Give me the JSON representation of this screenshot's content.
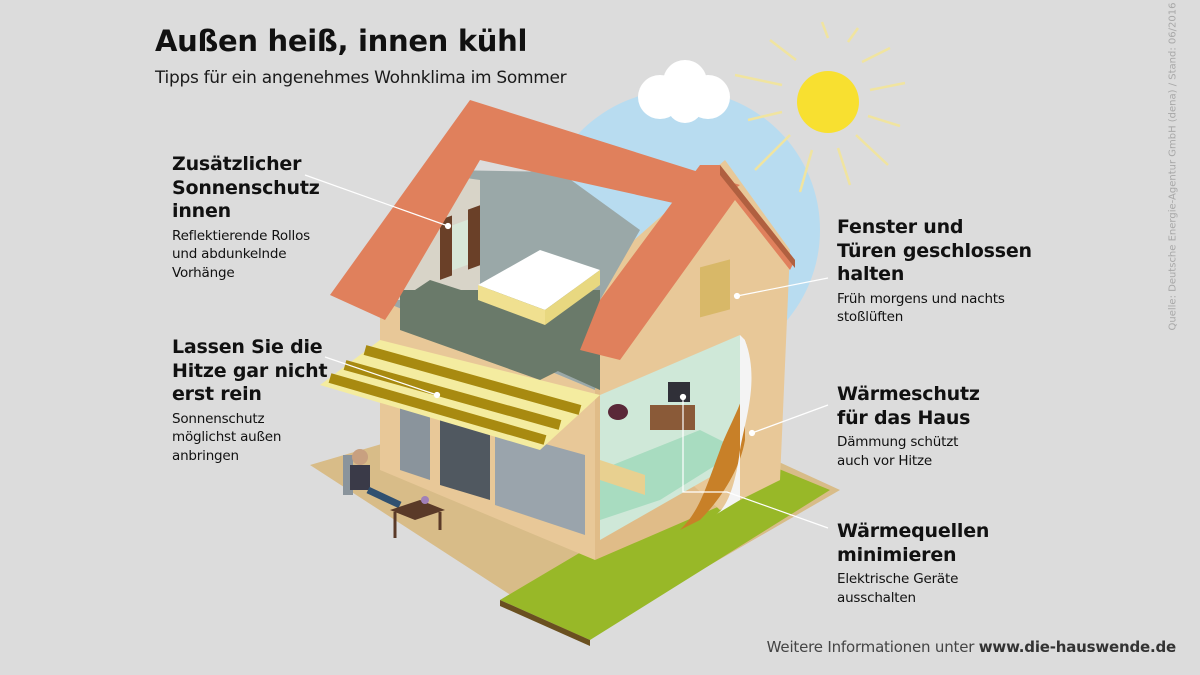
{
  "header": {
    "title": "Außen heiß, innen kühl",
    "subtitle": "Tipps für ein angenehmes Wohnklima im Sommer"
  },
  "callouts": [
    {
      "id": "sonnenschutz-innen",
      "heading": [
        "Zusätzlicher",
        "Sonnenschutz",
        "innen"
      ],
      "description": [
        "Reflektierende Rollos",
        "und abdunkelnde",
        "Vorhänge"
      ],
      "side": "left"
    },
    {
      "id": "hitze-nicht-rein",
      "heading": [
        "Lassen Sie die",
        "Hitze gar nicht",
        "erst rein"
      ],
      "description": [
        "Sonnenschutz",
        "möglichst außen",
        "anbringen"
      ],
      "side": "left"
    },
    {
      "id": "fenster-tueren",
      "heading": [
        "Fenster und",
        "Türen geschlossen",
        "halten"
      ],
      "description": [
        "Früh morgens und nachts",
        "stoßlüften"
      ],
      "side": "right"
    },
    {
      "id": "waermeschutz",
      "heading": [
        "Wärmeschutz",
        "für das Haus"
      ],
      "description": [
        "Dämmung schützt",
        "auch vor Hitze"
      ],
      "side": "right"
    },
    {
      "id": "waermequellen",
      "heading": [
        "Wärmequellen",
        "minimieren"
      ],
      "description": [
        "Elektrische Geräte",
        "ausschalten"
      ],
      "side": "right"
    }
  ],
  "source": "Quelle: Deutsche Energie-Agentur GmbH (dena) / Stand: 06/2016",
  "footer": {
    "prefix": "Weitere Informationen unter ",
    "link": "www.die-hauswende.de"
  },
  "colors": {
    "background": "#dcdcdc",
    "roof": "#e0805c",
    "wall": "#e8c898",
    "sky": "#b8dcf0",
    "sun": "#f8e030",
    "grass": "#98b828",
    "awning_light": "#f4eca0",
    "awning_dark": "#a88a10"
  }
}
